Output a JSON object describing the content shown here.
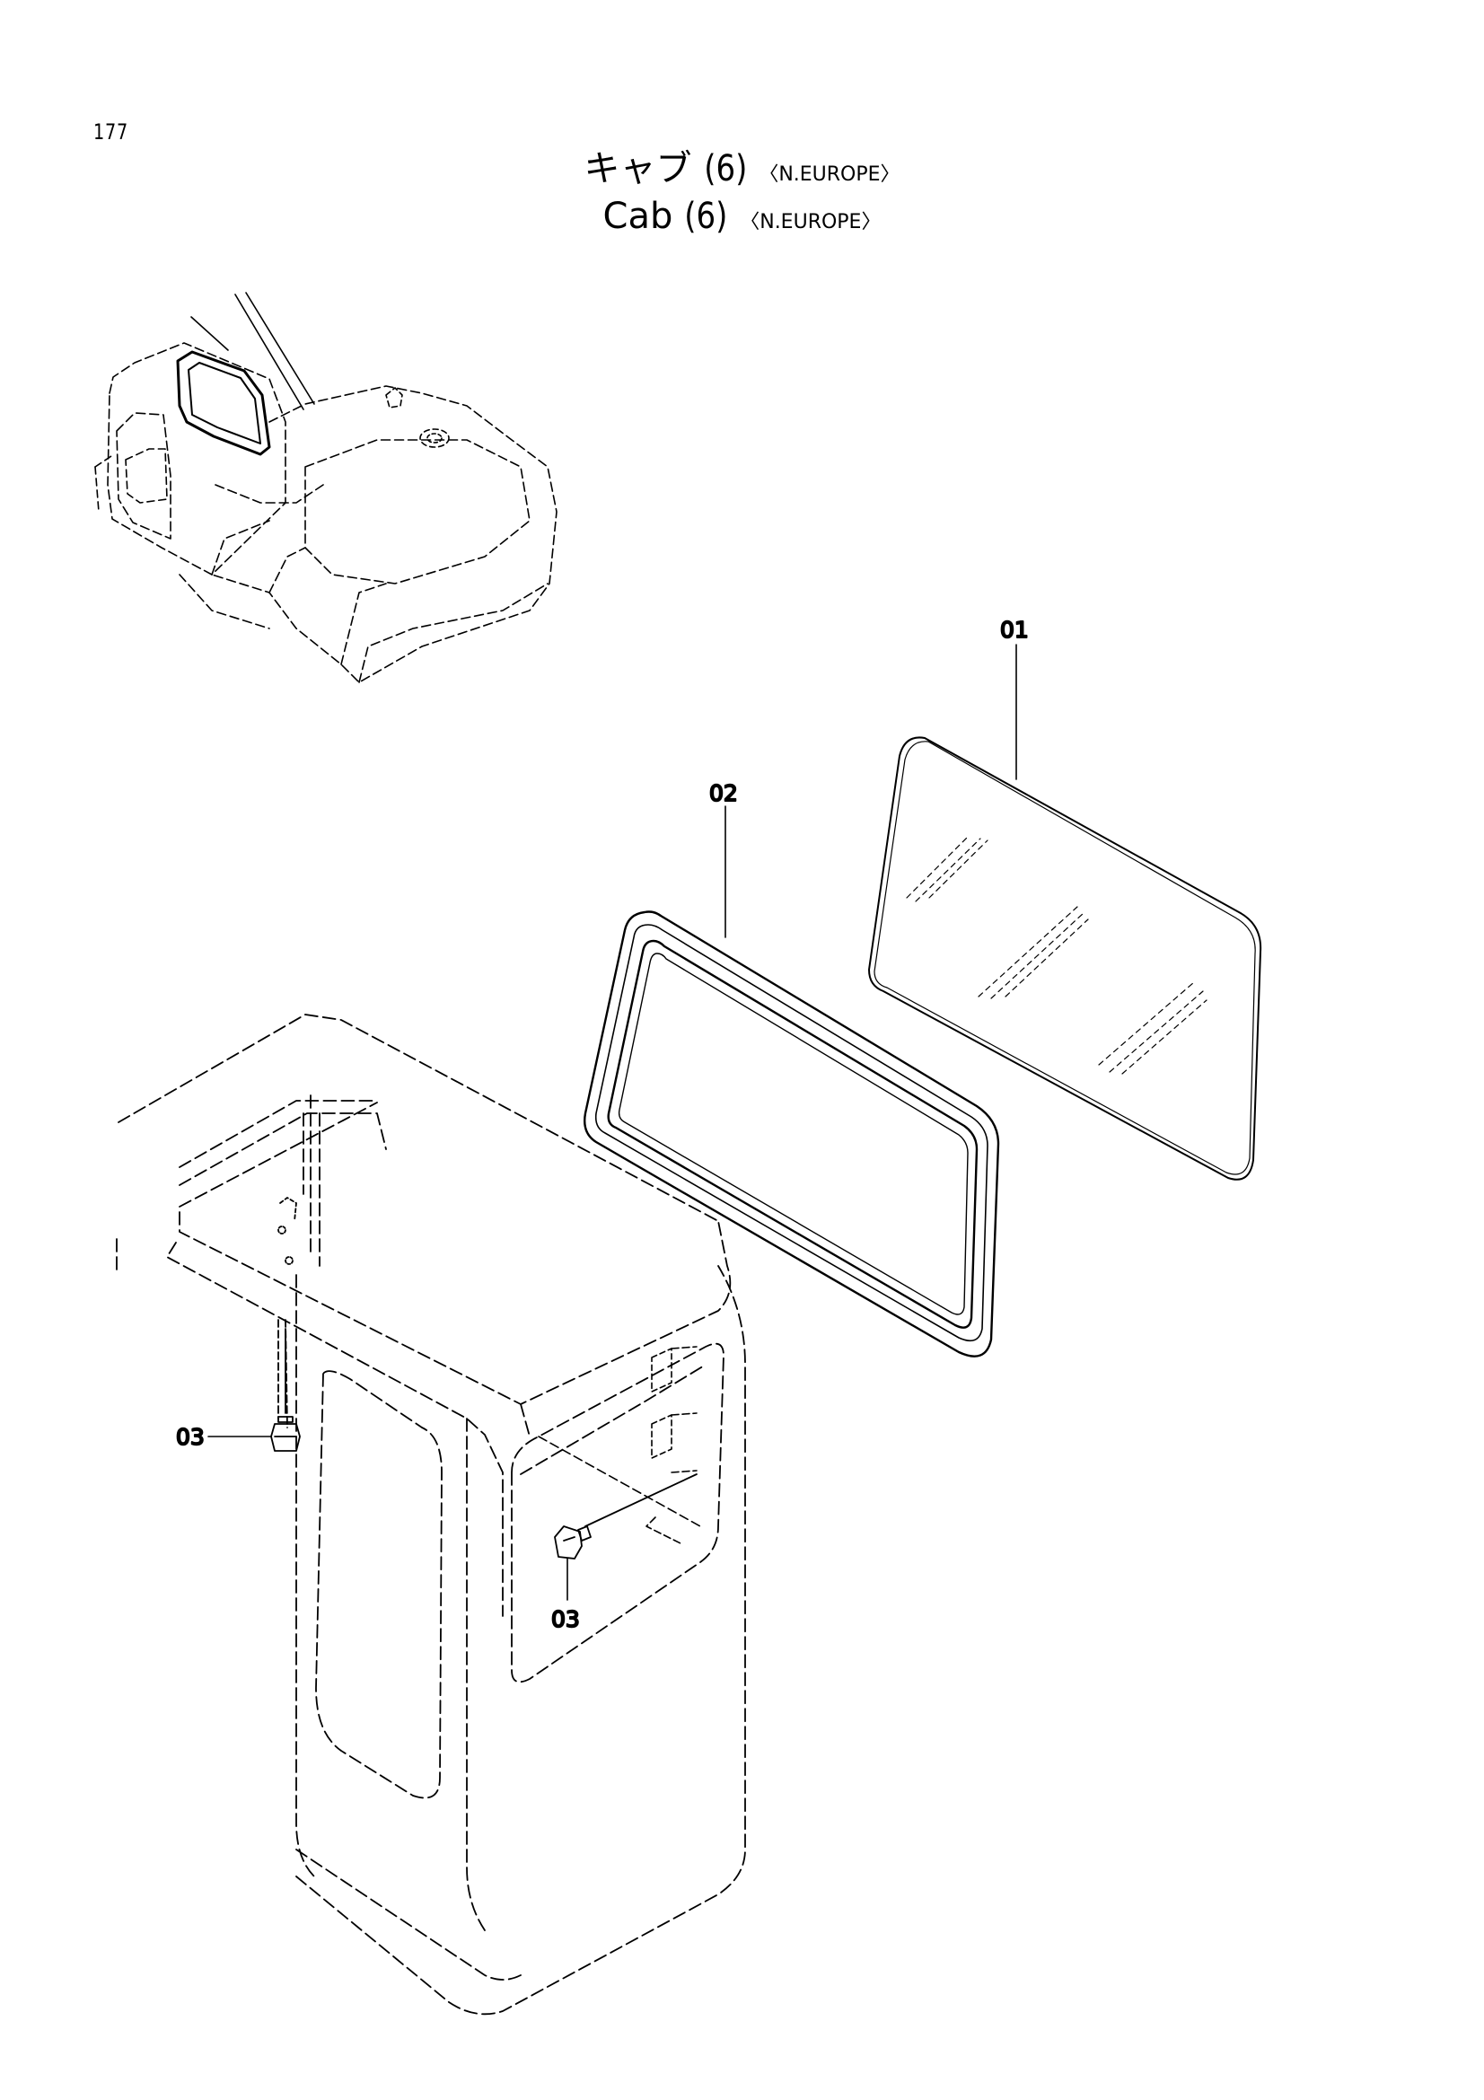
{
  "page": {
    "number": "177"
  },
  "title": {
    "jp_main": "キャブ",
    "en_main": "Cab",
    "number": "(6)",
    "region": "〈N.EUROPE〉"
  },
  "callouts": [
    {
      "id": "part-01",
      "label": "01"
    },
    {
      "id": "part-02",
      "label": "02"
    },
    {
      "id": "part-03-left",
      "label": "03"
    },
    {
      "id": "part-03-right",
      "label": "03"
    }
  ],
  "icons": {
    "overview": "excavator-overview-icon",
    "bolt": "bolt-icon"
  },
  "colors": {
    "ink": "#000000",
    "paper": "#ffffff"
  }
}
